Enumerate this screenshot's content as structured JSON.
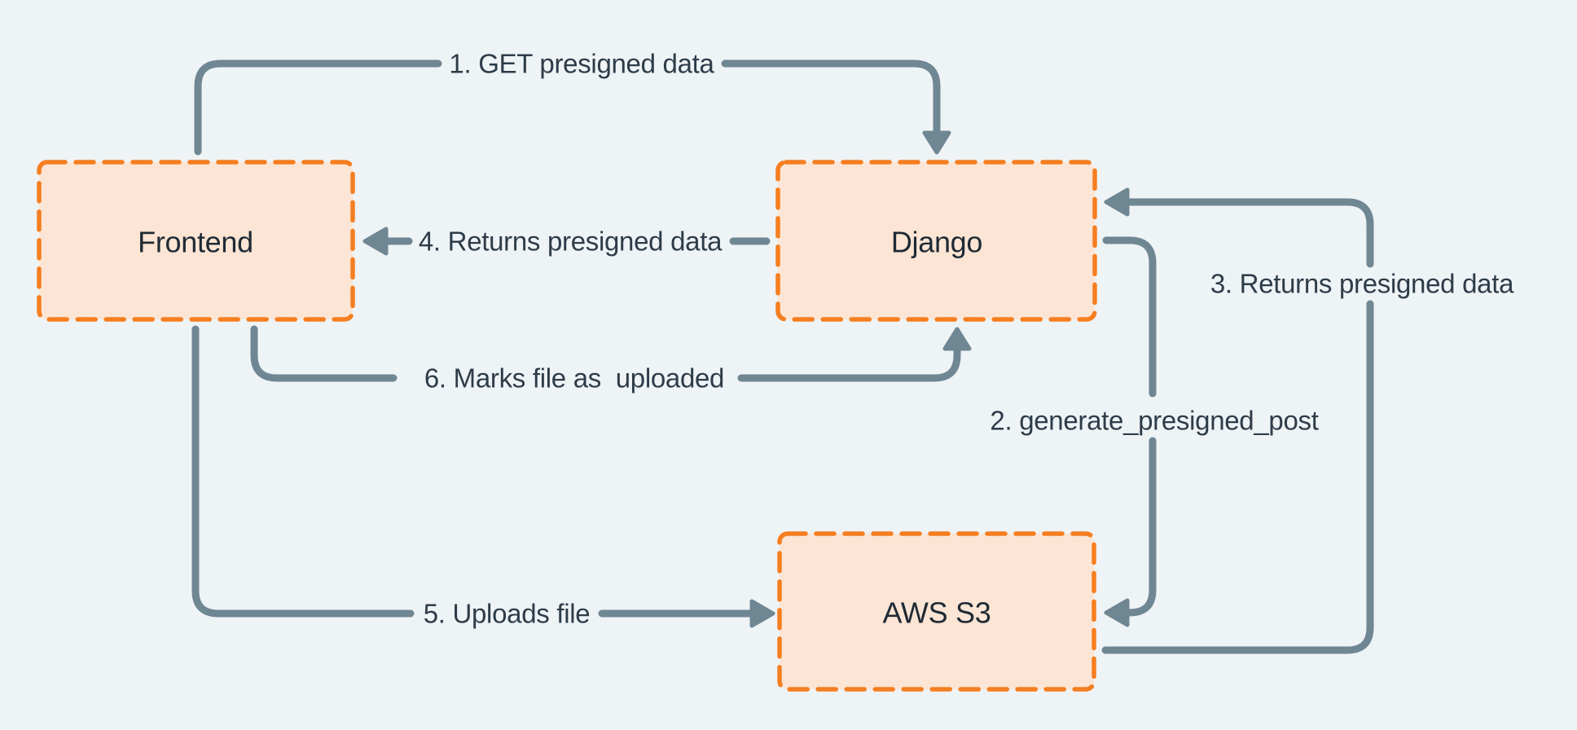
{
  "diagram": {
    "colors": {
      "background": "#EEF3F6",
      "node_fill": "#FCE5D4",
      "node_border": "#F57E20",
      "arrow": "#6F8693",
      "node_text": "#1E2A35",
      "edge_text": "#2E3C49"
    },
    "nodes": [
      {
        "id": "frontend",
        "label": "Frontend"
      },
      {
        "id": "django",
        "label": "Django"
      },
      {
        "id": "aws-s3",
        "label": "AWS S3"
      }
    ],
    "edges": [
      {
        "id": "step-1",
        "label": "1. GET presigned data",
        "from": "Frontend",
        "to": "Django"
      },
      {
        "id": "step-2",
        "label": "2. generate_presigned_post",
        "from": "Django",
        "to": "AWS S3"
      },
      {
        "id": "step-3",
        "label": "3. Returns presigned data",
        "from": "AWS S3",
        "to": "Django"
      },
      {
        "id": "step-4",
        "label": "4. Returns presigned data",
        "from": "Django",
        "to": "Frontend"
      },
      {
        "id": "step-5",
        "label": "5. Uploads file",
        "from": "Frontend",
        "to": "AWS S3"
      },
      {
        "id": "step-6",
        "label": "6. Marks file as  uploaded",
        "from": "Frontend",
        "to": "Django"
      }
    ]
  }
}
